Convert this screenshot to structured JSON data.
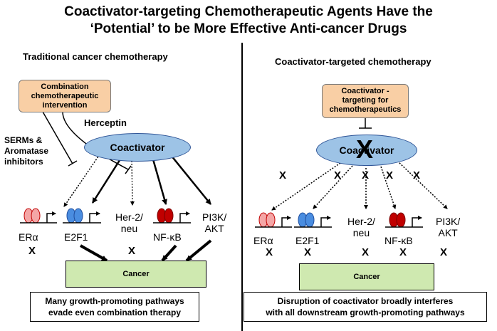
{
  "title": {
    "line1": "Coactivator-targeting Chemotherapeutic Agents Have the",
    "line2": "‘Potential’ to be More Effective Anti-cancer Drugs"
  },
  "left": {
    "heading": "Traditional cancer chemotherapy",
    "combo_box": {
      "line1": "Combination",
      "line2": "chemotherapeutic",
      "line3": "intervention"
    },
    "herceptin": "Herceptin",
    "serms": {
      "line1": "SERMs &",
      "line2": "Aromatase",
      "line3": "inhibitors"
    },
    "coactivator": "Coactivator",
    "targets": {
      "er": "ERα",
      "e2f1": "E2F1",
      "her2_l1": "Her-2/",
      "her2_l2": "neu",
      "nfkb": "NF-κB",
      "pi3k_l1": "PI3K/",
      "pi3k_l2": "AKT"
    },
    "x": "X",
    "cancer": "Cancer",
    "note": {
      "line1": "Many growth-promoting pathways",
      "line2": "evade even combination therapy"
    }
  },
  "right": {
    "heading": "Coactivator-targeted chemotherapy",
    "target_box": {
      "line1": "Coactivator -",
      "line2": "targeting for",
      "line3": "chemotherapeutics"
    },
    "coactivator": "Coactivator",
    "big_x": "X",
    "targets": {
      "er": "ERα",
      "e2f1": "E2F1",
      "her2_l1": "Her-2/",
      "her2_l2": "neu",
      "nfkb": "NF-κB",
      "pi3k_l1": "PI3K/",
      "pi3k_l2": "AKT"
    },
    "x": "X",
    "cancer": "Cancer",
    "note": {
      "line1": "Disruption of coactivator broadly interferes",
      "line2": "with all downstream growth-promoting pathways"
    }
  },
  "colors": {
    "orange_box": "#f9cfa5",
    "coactivator": "#9dc3e6",
    "cancer_box": "#cfe9b0",
    "er_receptor": "#f4a6a6",
    "e2f1_receptor": "#4a8de0",
    "nfkb_receptor": "#c00000"
  }
}
